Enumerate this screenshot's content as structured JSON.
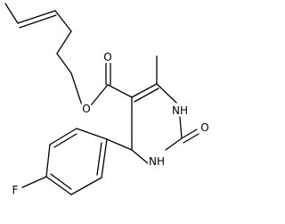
{
  "molecule": {
    "atom_labels": {
      "ester_oxygen": "O",
      "carbonyl_oxygen": "O",
      "urea_oxygen": "O",
      "nh_top": "NH",
      "nh_bottom": "NH",
      "fluorine": "F"
    }
  },
  "colors": {
    "bond": "#000000",
    "background": "#ffffff"
  }
}
